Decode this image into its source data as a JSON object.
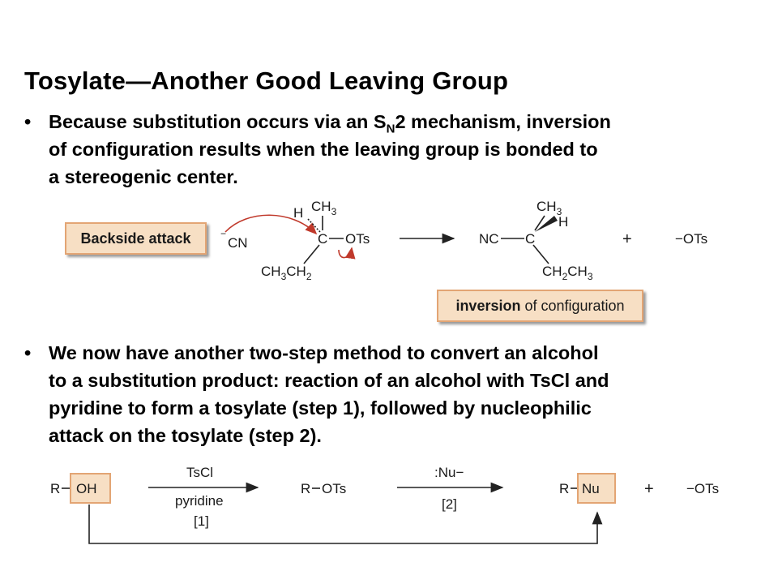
{
  "title": "Tosylate—Another Good Leaving Group",
  "bullet_glyph": "•",
  "bullet1": {
    "line1_pre": "Because substitution occurs via an S",
    "line1_sub": "N",
    "line1_post": "2 mechanism, inversion",
    "line2": "of configuration results when the leaving group is bonded to",
    "line3": "a stereogenic center."
  },
  "bullet2": {
    "line1": "We now have another two-step method to convert an alcohol",
    "line2": "to a substitution product: reaction of an alcohol with TsCl and",
    "line3": "pyridine to form a tosylate (step 1), followed by nucleophilic",
    "line4": "attack on the tosylate (step 2)."
  },
  "labels": {
    "backside_attack": "Backside attack",
    "inversion_bold": "inversion",
    "inversion_rest": " of configuration"
  },
  "reaction1": {
    "nucleophile_charge": "−",
    "nucleophile": "CN",
    "h": "H",
    "ch": "CH",
    "sub3": "3",
    "sub2": "2",
    "c": "C",
    "ots": "OTs",
    "nc": "NC",
    "plus": "+",
    "ots_ion": "−OTs"
  },
  "reaction2": {
    "r": "R",
    "oh": "OH",
    "reagent1_top": "TsCl",
    "reagent1_bottom": "pyridine",
    "step1": "[1]",
    "intermediate_r": "R",
    "intermediate_ots": "OTs",
    "reagent2_top": ":Nu−",
    "step2": "[2]",
    "nu": "Nu",
    "plus": "+",
    "ots_ion": "−OTs"
  },
  "colors": {
    "highlight_fill": "#f7dfc4",
    "highlight_border": "#e3a574",
    "curved_arrow": "#c0392b"
  }
}
